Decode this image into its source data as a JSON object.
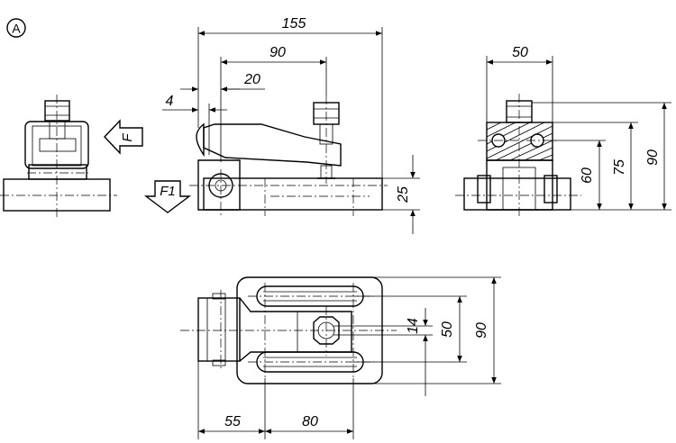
{
  "view_label": "A",
  "force_labels": {
    "force": "F",
    "force_1": "F1"
  },
  "dimensions": {
    "overall_length": "155",
    "screw_offset": "90",
    "clamp_offset": "20",
    "edge_offset": "4",
    "base_height": "25",
    "head_width": "50",
    "height_60": "60",
    "height_75": "75",
    "overall_height": "90",
    "slot_width": "14",
    "slot_spacing": "50",
    "base_width": "90",
    "pivot_length": "55",
    "slot_length": "80"
  }
}
